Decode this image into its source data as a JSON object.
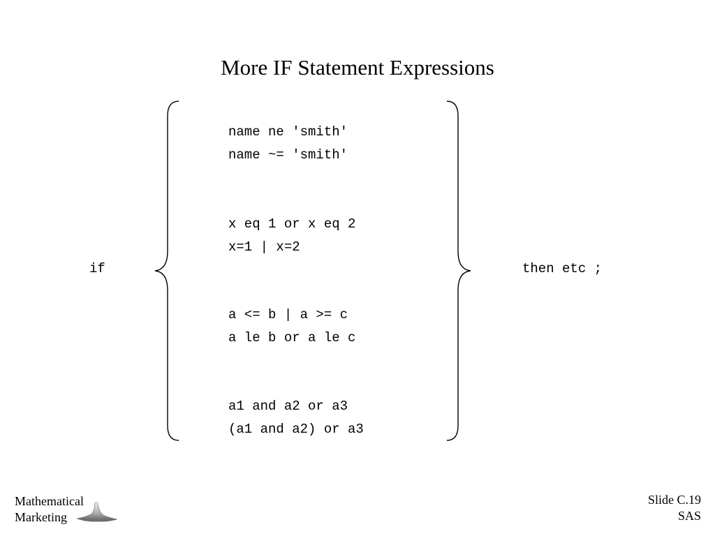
{
  "slide": {
    "title": "More IF Statement Expressions",
    "keyword_if": "if",
    "keyword_then": "then etc ;",
    "expressions": [
      "name ne 'smith'",
      "name ~= 'smith'",
      "x eq 1 or x eq 2",
      "x=1 | x=2",
      "a <= b | a >= c",
      "a le b or a le c",
      "a1 and a2 or a3",
      "(a1 and a2) or a3"
    ]
  },
  "footer": {
    "brand_line1": "Mathematical",
    "brand_line2": "Marketing",
    "slide_number": "Slide C.19",
    "topic": "SAS"
  }
}
